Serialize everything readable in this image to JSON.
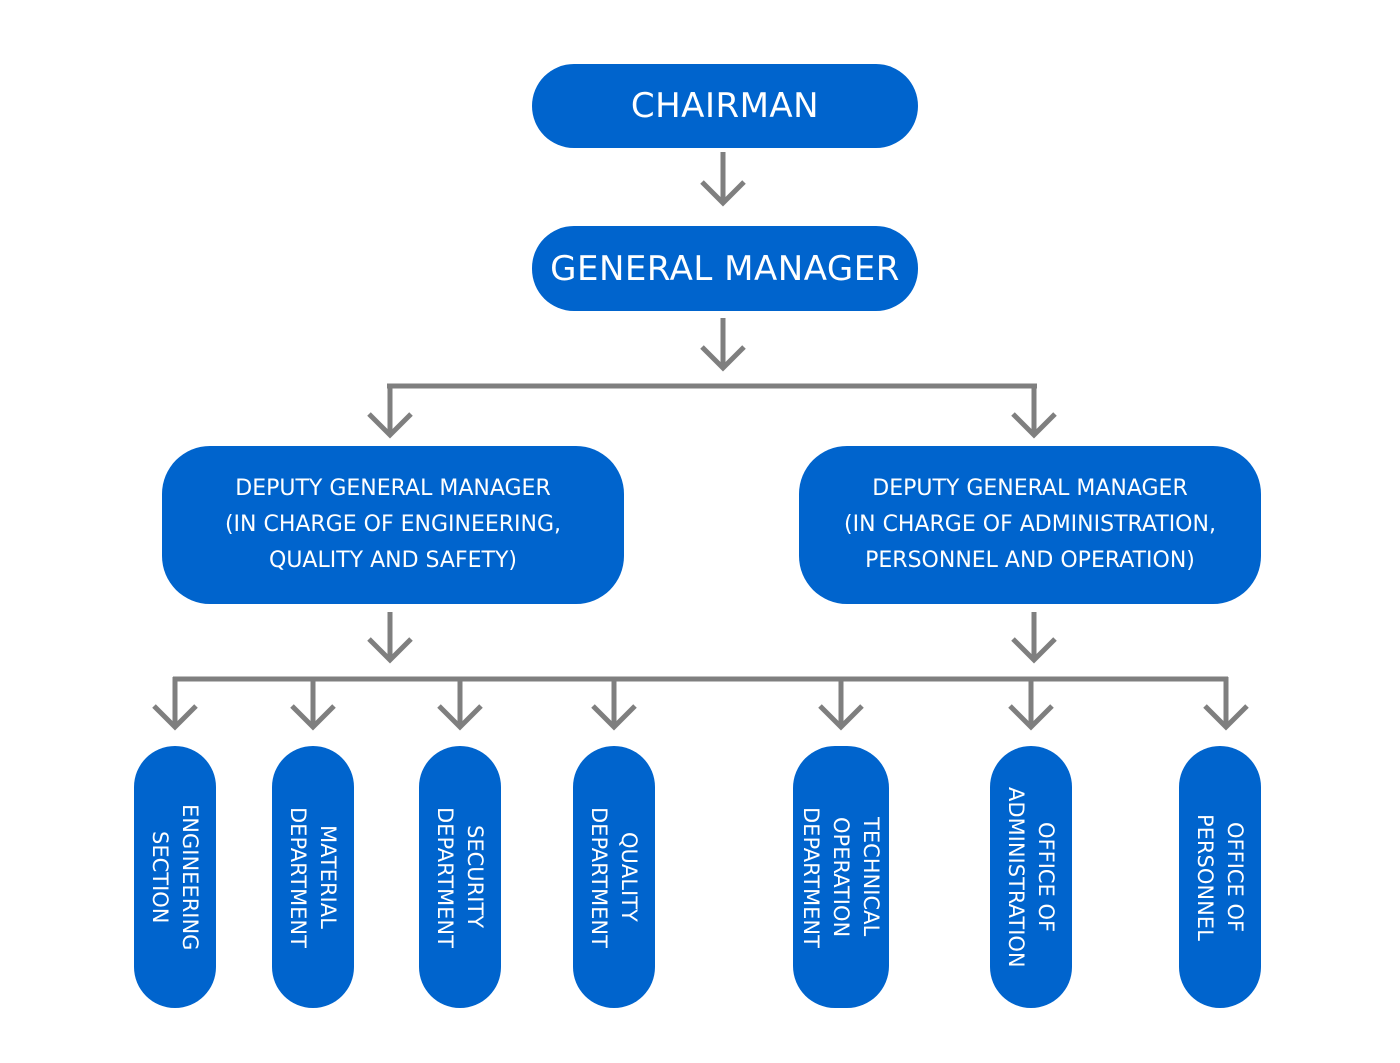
{
  "colors": {
    "box": "#0064CD",
    "arrow": "#7F7F7F",
    "text": "#FFFFFF",
    "background": "#FFFFFF"
  },
  "nodes": {
    "chairman": "CHAIRMAN",
    "general_manager": "GENERAL MANAGER",
    "deputy_left": {
      "lines": [
        "DEPUTY GENERAL MANAGER",
        "(IN CHARGE OF ENGINEERING,",
        "QUALITY AND SAFETY)"
      ]
    },
    "deputy_right": {
      "lines": [
        "DEPUTY GENERAL MANAGER",
        "(IN CHARGE OF ADMINISTRATION,",
        "PERSONNEL AND OPERATION)"
      ]
    },
    "departments": [
      {
        "lines": [
          "ENGINEERING",
          "SECTION"
        ]
      },
      {
        "lines": [
          "MATERIAL",
          "DEPARTMENT"
        ]
      },
      {
        "lines": [
          "SECURITY",
          "DEPARTMENT"
        ]
      },
      {
        "lines": [
          "QUALITY",
          "DEPARTMENT"
        ]
      },
      {
        "lines": [
          "TECHNICAL",
          "OPERATION",
          "DEPARTMENT"
        ]
      },
      {
        "lines": [
          "OFFICE OF",
          "ADMINISTRATION"
        ]
      },
      {
        "lines": [
          "OFFICE OF",
          "PERSONNEL"
        ]
      }
    ]
  }
}
